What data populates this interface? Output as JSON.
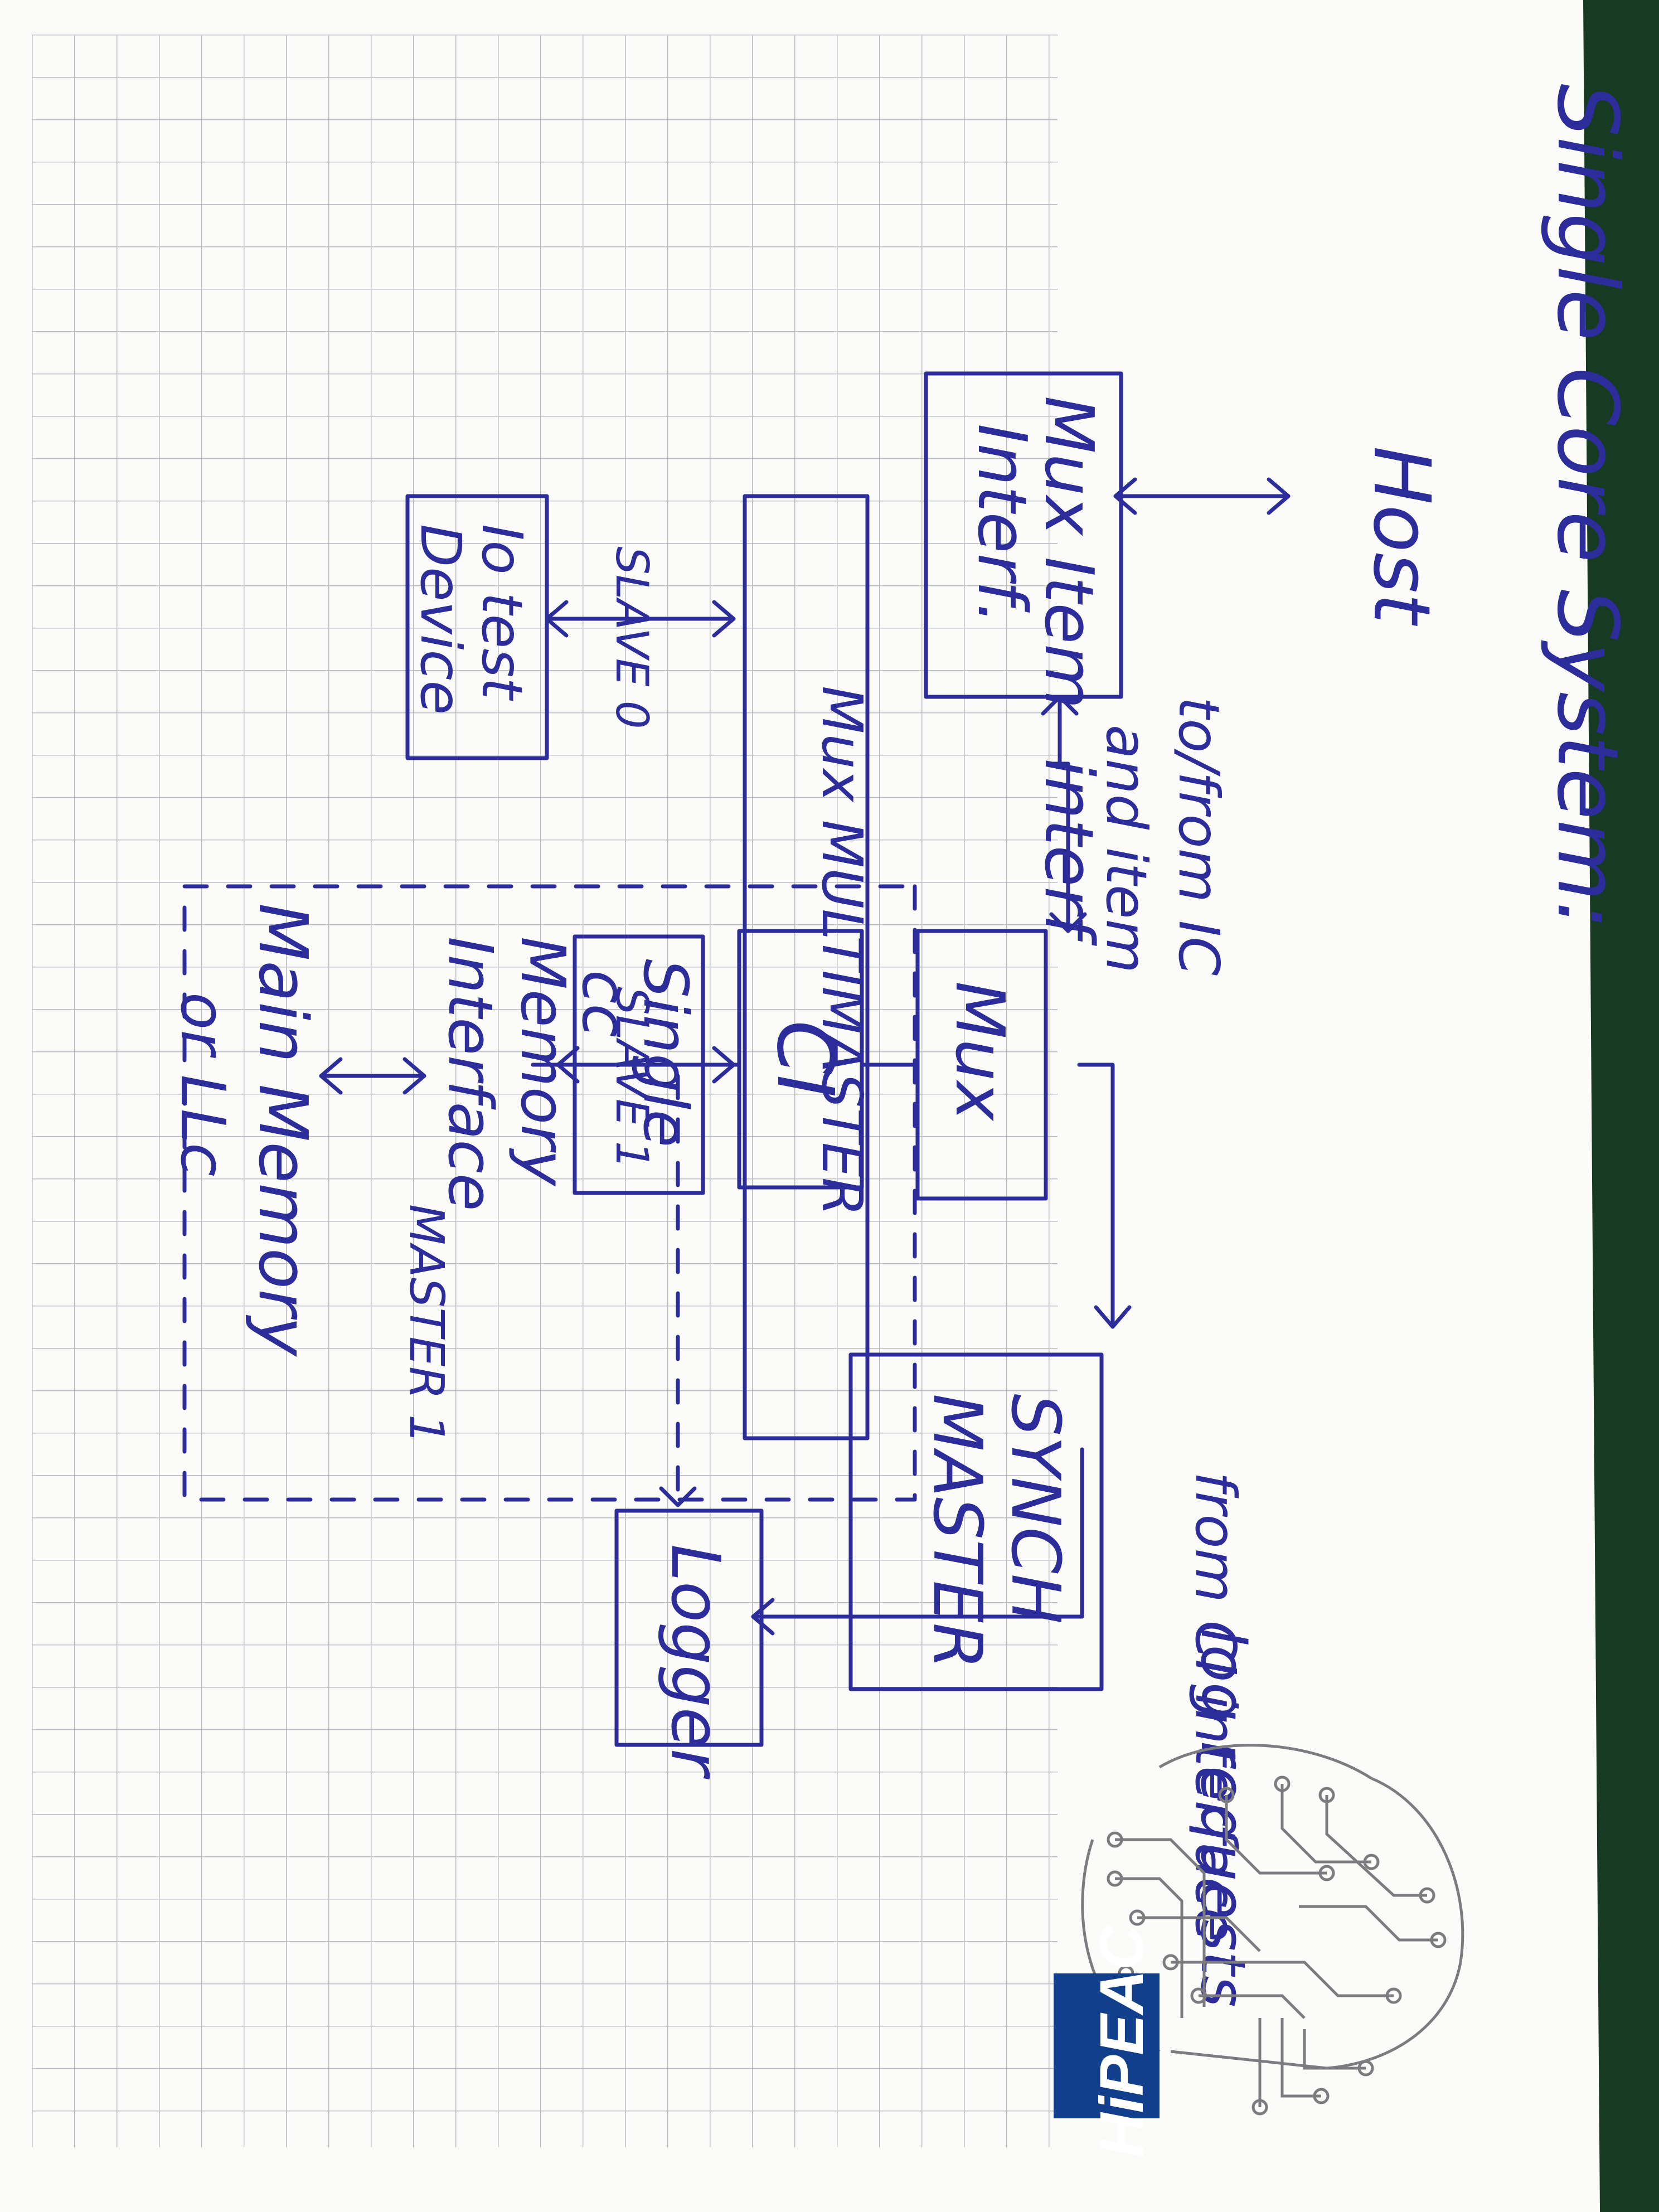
{
  "title": "Single Core System:",
  "labels": {
    "host": "Host",
    "mux_item_line1": "Mux Item",
    "mux_item_line2": "Interf.",
    "io_line1": "Io test",
    "io_line2": "Device",
    "slave0": "SLAVE 0",
    "slave1": "SLAVE 1",
    "mux_multimaster": "Mux MULTIMASTER",
    "memory_line1": "Memory",
    "memory_line2": "Interface",
    "main_line1": "Main Memory",
    "main_line2": "or LLc",
    "to_from_line1": "to/from IC",
    "to_from_line2": "and item",
    "interf": "interf",
    "single_cc_line1": "Single",
    "single_cc_line2": "cc",
    "ci": "CI",
    "mux": "Mux",
    "master1": "MASTER 1",
    "synch_line1": "SYNCH",
    "synch_line2": "MASTER",
    "logger": "Logger",
    "from_ci_interface": "from CI interface",
    "log_requests": "log requests"
  },
  "logo": {
    "text": "HiPEAC",
    "brand_color": "#123f8c"
  },
  "colors": {
    "ink": "#2c2c9a",
    "paper": "#fbfbfa",
    "grid": "#b9bdc4",
    "background": "#173a22"
  }
}
